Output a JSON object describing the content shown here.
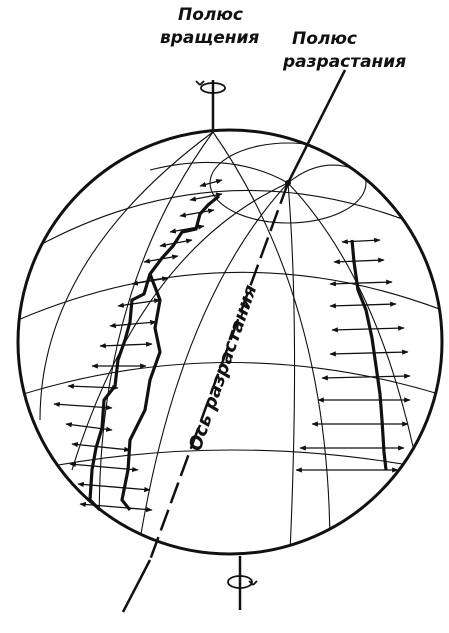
{
  "labels": {
    "rotation_pole_line1": "Полюс",
    "rotation_pole_line2": "вращения",
    "spreading_pole_line1": "Полюс",
    "spreading_pole_line2": "разрастания",
    "spreading_axis": "Ось разрастания"
  },
  "colors": {
    "ink": "#111111",
    "background": "#ffffff"
  },
  "icons": [
    "rotation-arrow-icon"
  ]
}
